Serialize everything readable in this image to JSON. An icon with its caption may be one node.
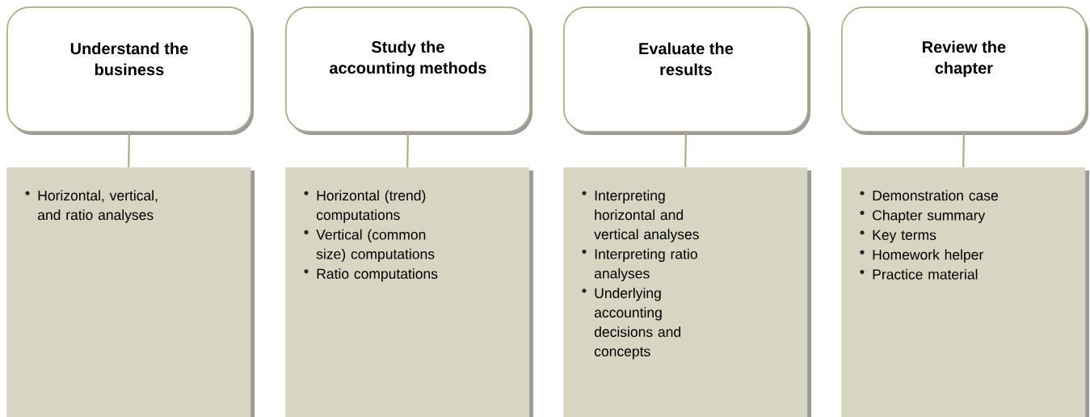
{
  "diagram": {
    "nodes": [
      {
        "text": [
          "Understand the business"
        ]
      },
      {
        "text": [
          "Study the accounting methods"
        ]
      },
      {
        "text": [
          "Evaluate the results"
        ]
      },
      {
        "text": [
          "Review the chapter"
        ]
      },
      {
        "text": [
          "Horizontal, vertical, and ratio analyses"
        ]
      },
      {
        "text": [
          "Horizontal (trend) computations",
          "Vertical (common size) computations",
          "Ratio computations"
        ]
      },
      {
        "text": [
          "Interpreting horizontal and vertical analyses",
          "Interpreting ratio analyses",
          "Underlying accounting decisions and concepts"
        ]
      },
      {
        "text": [
          "Demonstration case",
          "Chapter summary",
          "Key terms",
          "Homework helper",
          "Practice material"
        ]
      }
    ],
    "edges": [
      {
        "from": 0,
        "to": 4,
        "arrow": "none"
      },
      {
        "from": 1,
        "to": 5,
        "arrow": "none"
      },
      {
        "from": 2,
        "to": 6,
        "arrow": "none"
      },
      {
        "from": 3,
        "to": 7,
        "arrow": "none"
      }
    ]
  }
}
